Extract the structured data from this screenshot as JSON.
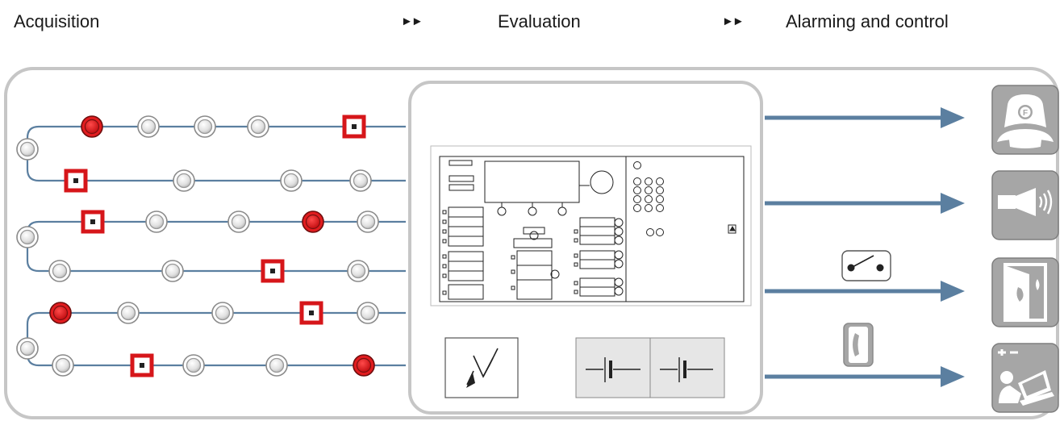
{
  "header": {
    "stage1": "Acquisition",
    "stage2": "Evaluation",
    "stage3": "Alarming and control",
    "arrow_glyph": "►►"
  },
  "colors": {
    "loop_line": "#5b7fa0",
    "alarm_red": "#d6161a",
    "frame_gray": "#bdbdbd",
    "output_tile": "#a6a6a6"
  },
  "outputs": [
    {
      "icon": "fire-brigade-helmet-icon"
    },
    {
      "icon": "siren-horn-icon"
    },
    {
      "icon": "fire-door-icon"
    },
    {
      "icon": "maintenance-laptop-icon"
    }
  ],
  "signal_icons": [
    "relay-switch-icon",
    "telephone-icon"
  ],
  "power_icons": [
    "mains-power-icon",
    "battery-icon",
    "battery-icon"
  ]
}
